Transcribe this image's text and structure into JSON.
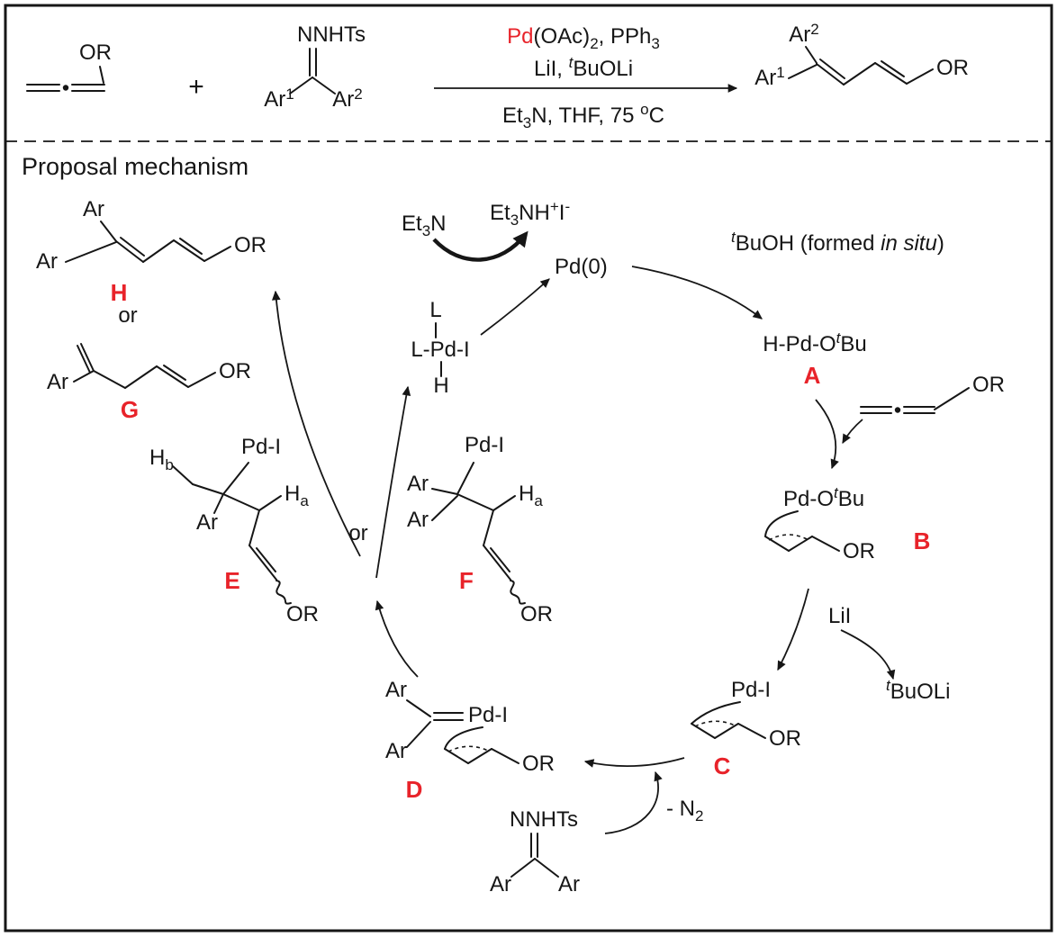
{
  "colors": {
    "red": "#e8232a",
    "ink": "#161616",
    "bg": "#ffffff"
  },
  "top": {
    "allene_or": "OR",
    "plus": "+",
    "hydrazone": {
      "nnhts": "NNHTs",
      "ar1": "Ar",
      "ar1_sup": "1",
      "ar2": "Ar",
      "ar2_sup": "2"
    },
    "cond1": {
      "pd": "Pd",
      "oac": "(OAc)",
      "sub1": "2",
      "pph": ", PPh",
      "sub2": "3"
    },
    "cond2": {
      "pre": "LiI, ",
      "t": "t",
      "post": "BuOLi"
    },
    "cond3": {
      "et": "Et",
      "sub": "3",
      "mid": "N, THF, 75 ",
      "deg": "o",
      "c": "C"
    },
    "product": {
      "ar2": "Ar",
      "ar2_sup": "2",
      "ar1": "Ar",
      "ar1_sup": "1",
      "or": "OR"
    }
  },
  "mech": {
    "title": "Proposal  mechanism",
    "et3n": {
      "et": "Et",
      "sub": "3",
      "n": "N"
    },
    "ammonium": {
      "et": "Et",
      "sub": "3",
      "nh": "NH",
      "plus": "+",
      "i": "I",
      "minus": "-"
    },
    "pd0": "Pd(0)",
    "tbuoh": {
      "t": "t",
      "body": "BuOH (formed ",
      "insitu": "in situ",
      "close": ")"
    },
    "cplxA": {
      "body": "H-Pd-O",
      "t": "t",
      "bu": "Bu",
      "label": "A"
    },
    "allene_or": "OR",
    "cplxB": {
      "pd": "Pd-O",
      "t": "t",
      "bu": "Bu",
      "or": "OR",
      "label": "B"
    },
    "lii": "LiI",
    "tbuoli": {
      "t": "t",
      "body": "BuOLi"
    },
    "cplxC": {
      "pd": "Pd-I",
      "or": "OR",
      "label": "C"
    },
    "minus_n2": {
      "body": "- N",
      "sub": "2"
    },
    "hydrazone": {
      "nnhts": "NNHTs",
      "ar_left": "Ar",
      "ar_right": "Ar"
    },
    "cplxD": {
      "ar_top": "Ar",
      "ar_bottom": "Ar",
      "pd": "Pd-I",
      "or": "OR",
      "label": "D"
    },
    "cplxE": {
      "h": "H",
      "hb": "b",
      "pd": "Pd-I",
      "ar": "Ar",
      "ha_h": "H",
      "ha": "a",
      "or": "OR",
      "label": "E"
    },
    "or_word_left": "or",
    "or_word_mid": "or",
    "cplxF": {
      "pd": "Pd-I",
      "ar_top": "Ar",
      "ar_bottom": "Ar",
      "ha_h": "H",
      "ha": "a",
      "or": "OR",
      "label": "F"
    },
    "prodH": {
      "ar_top": "Ar",
      "ar_bottom": "Ar",
      "or": "OR",
      "label": "H"
    },
    "prodG": {
      "ar": "Ar",
      "or": "OR",
      "label": "G"
    },
    "lpdi": {
      "l": "L",
      "chain": "L-Pd-I",
      "h": "H"
    }
  }
}
